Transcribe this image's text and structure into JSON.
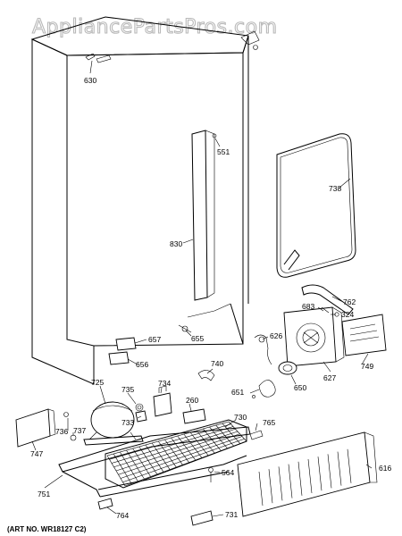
{
  "watermark": "AppliancePartsPros.com",
  "art_no": "(ART NO. WR18127 C2)",
  "parts": {
    "p630": "630",
    "p551": "551",
    "p738": "738",
    "p830": "830",
    "p762": "762",
    "p683": "683",
    "p324": "324",
    "p657": "657",
    "p655": "655",
    "p626": "626",
    "p656": "656",
    "p740": "740",
    "p749": "749",
    "p627": "627",
    "p725": "725",
    "p735": "735",
    "p734": "734",
    "p651": "651",
    "p650": "650",
    "p260": "260",
    "p733": "733",
    "p730": "730",
    "p765": "765",
    "p736": "736",
    "p737": "737",
    "p747": "747",
    "p616": "616",
    "p751": "751",
    "p564": "564",
    "p764": "764",
    "p731": "731"
  }
}
